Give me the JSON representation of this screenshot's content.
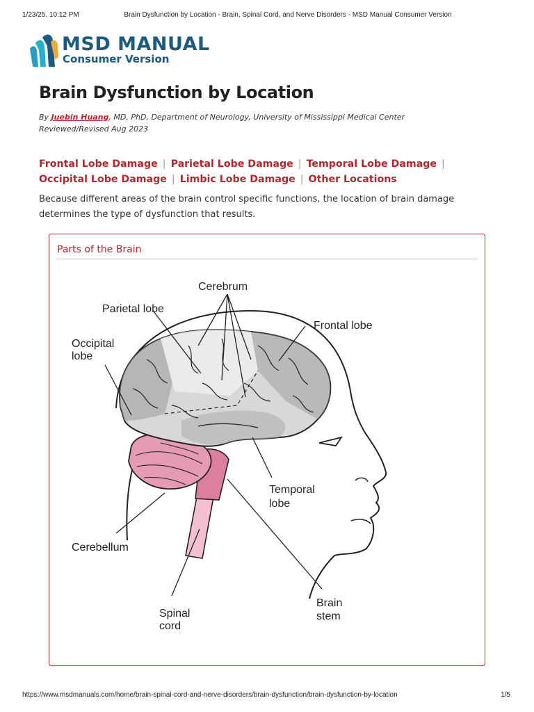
{
  "print_header": {
    "date": "1/23/25, 10:12 PM",
    "title": "Brain Dysfunction by Location - Brain, Spinal Cord, and Nerve Disorders - MSD Manual Consumer Version"
  },
  "logo": {
    "brand": "MSD MANUAL",
    "edition": "Consumer Version"
  },
  "article": {
    "title": "Brain Dysfunction by Location",
    "by_prefix": "By",
    "author": "Juebin Huang",
    "credentials": ", MD, PhD, Department of Neurology, University of Mississippi Medical Center",
    "reviewed": "Reviewed/Revised Aug 2023"
  },
  "toc": [
    "Frontal Lobe Damage",
    "Parietal Lobe Damage",
    "Temporal Lobe Damage",
    "Occipital Lobe Damage",
    "Limbic Lobe Damage",
    "Other Locations"
  ],
  "intro": "Because different areas of the brain control specific functions, the location of brain damage determines the type of dysfunction that results.",
  "figure": {
    "title": "Parts of the Brain",
    "labels": {
      "cerebrum": "Cerebrum",
      "parietal": "Parietal lobe",
      "frontal": "Frontal lobe",
      "occipital_1": "Occipital",
      "occipital_2": "lobe",
      "temporal_1": "Temporal",
      "temporal_2": "lobe",
      "cerebellum": "Cerebellum",
      "spinal_1": "Spinal",
      "spinal_2": "cord",
      "brainstem_1": "Brain",
      "brainstem_2": "stem"
    }
  },
  "print_footer": {
    "url": "https://www.msdmanuals.com/home/brain-spinal-cord-and-nerve-disorders/brain-dysfunction/brain-dysfunction-by-location",
    "page": "1/5"
  },
  "colors": {
    "accent": "#b0282e",
    "brand": "#1c5a80",
    "cerebellum": "#e59ab6",
    "spinal_cord": "#f4bfd0"
  }
}
